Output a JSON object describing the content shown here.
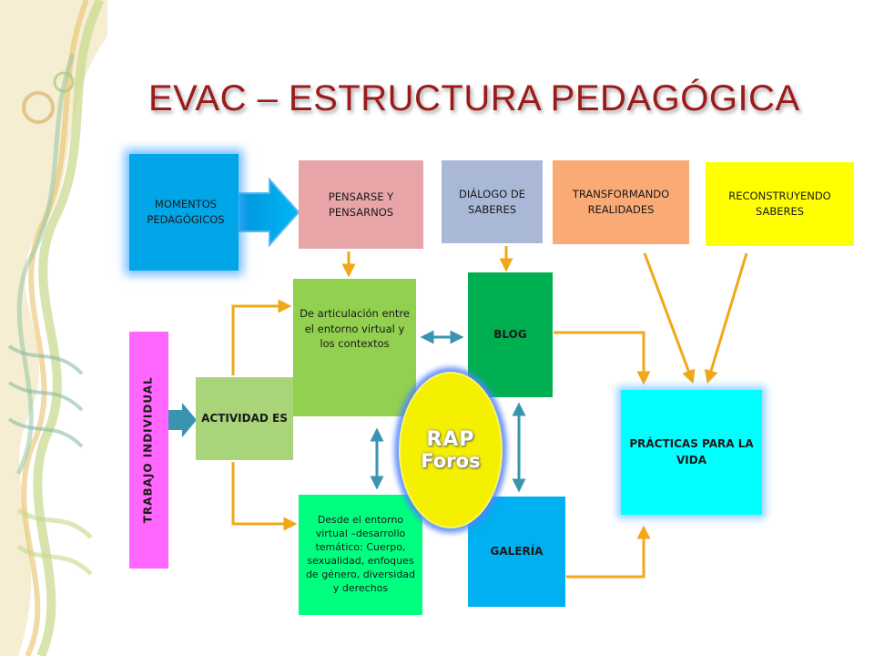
{
  "title": "EVAC – ESTRUCTURA PEDAGÓGICA",
  "boxes": {
    "momentos": "MOMENTOS PEDAGÓGICOS",
    "pensarse": "PENSARSE Y PENSARNOS",
    "dialogo": "DIÁLOGO DE SABERES",
    "transformando": "TRANSFORMANDO REALIDADES",
    "reconstruyendo": "RECONSTRUYENDO SABERES",
    "articulacion": "De articulación entre el entorno virtual y los contextos",
    "blog": "BLOG",
    "actividades": "ACTIVIDAD ES",
    "trabajo": "TRABAJO INDIVIDUAL",
    "practicas": "PRÁCTICAS PARA LA VIDA",
    "desde": "Desde el entorno virtual –desarrollo temático: Cuerpo, sexualidad, enfoques de género, diversidad y derechos",
    "galeria": "GALERÍA"
  },
  "rap": {
    "line1": "RAP",
    "line2": "Foros"
  },
  "colors": {
    "title": "#9b1b1b",
    "arrow_orange": "#f0a818",
    "arrow_teal": "#3a94b0",
    "momentos": "#00a6e8",
    "pensarse": "#e8a5a8",
    "dialogo": "#aab8d8",
    "transformando": "#f9aa75",
    "reconstruyendo": "#ffff00",
    "articulacion": "#92d050",
    "blog": "#00b050",
    "actividades": "#a9d47a",
    "trabajo": "#ff66ff",
    "practicas": "#00ffff",
    "desde": "#00ff7f",
    "galeria": "#00b0f0",
    "rap": "#f5f000"
  }
}
